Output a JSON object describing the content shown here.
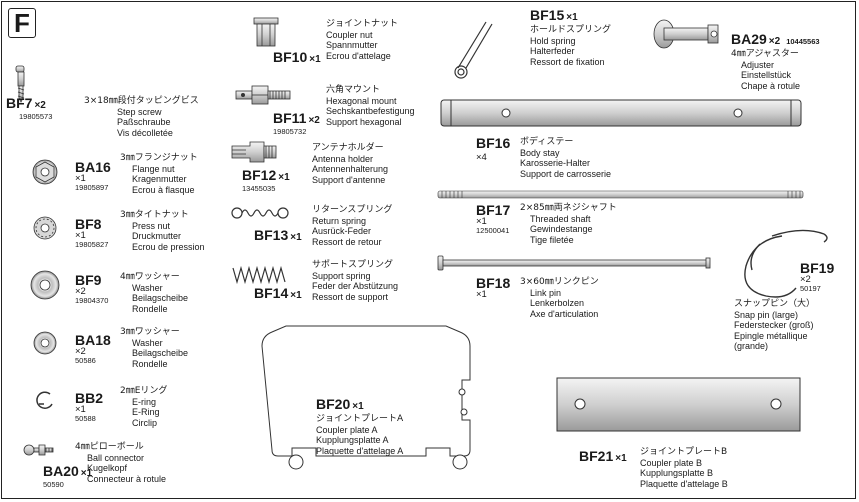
{
  "section": "F",
  "parts": [
    {
      "id": "bf7",
      "code": "BF7",
      "qty": "×2",
      "num": "19805573",
      "jp": "3×18㎜段付タッピングビス",
      "en": "Step screw",
      "de": "Paßschraube",
      "fr": "Vis décolletée"
    },
    {
      "id": "ba16",
      "code": "BA16",
      "qty": "×1",
      "num": "19805897",
      "jp": "3㎜フランジナット",
      "en": "Flange nut",
      "de": "Kragenmutter",
      "fr": "Ecrou à flasque"
    },
    {
      "id": "bf8",
      "code": "BF8",
      "qty": "×1",
      "num": "19805827",
      "jp": "3㎜タイトナット",
      "en": "Press nut",
      "de": "Druckmutter",
      "fr": "Ecrou de pression"
    },
    {
      "id": "bf9",
      "code": "BF9",
      "qty": "×2",
      "num": "19804370",
      "jp": "4㎜ワッシャー",
      "en": "Washer",
      "de": "Beilagscheibe",
      "fr": "Rondelle"
    },
    {
      "id": "ba18",
      "code": "BA18",
      "qty": "×2",
      "num": "50586",
      "jp": "3㎜ワッシャー",
      "en": "Washer",
      "de": "Beilagscheibe",
      "fr": "Rondelle"
    },
    {
      "id": "bb2",
      "code": "BB2",
      "qty": "×1",
      "num": "50588",
      "jp": "2㎜Eリング",
      "en": "E-ring",
      "de": "E-Ring",
      "fr": "Circlip"
    },
    {
      "id": "ba20",
      "code": "BA20",
      "qty": "×1",
      "num": "50590",
      "jp": "4㎜ピローボール",
      "en": "Ball connector",
      "de": "Kugelkopf",
      "fr": "Connecteur à rotule"
    },
    {
      "id": "bf10",
      "code": "BF10",
      "qty": "×1",
      "num": "",
      "jp": "ジョイントナット",
      "en": "Coupler nut",
      "de": "Spannmutter",
      "fr": "Ecrou d'attelage"
    },
    {
      "id": "bf11",
      "code": "BF11",
      "qty": "×2",
      "num": "19805732",
      "jp": "六角マウント",
      "en": "Hexagonal mount",
      "de": "Sechskantbefestigung",
      "fr": "Support hexagonal"
    },
    {
      "id": "bf12",
      "code": "BF12",
      "qty": "×1",
      "num": "13455035",
      "jp": "アンテナホルダー",
      "en": "Antenna holder",
      "de": "Antennenhalterung",
      "fr": "Support d'antenne"
    },
    {
      "id": "bf13",
      "code": "BF13",
      "qty": "×1",
      "num": "",
      "jp": "リターンスプリング",
      "en": "Return spring",
      "de": "Ausrück-Feder",
      "fr": "Ressort de retour"
    },
    {
      "id": "bf14",
      "code": "BF14",
      "qty": "×1",
      "num": "",
      "jp": "サポートスプリング",
      "en": "Support spring",
      "de": "Feder der Abstützung",
      "fr": "Ressort de support"
    },
    {
      "id": "bf20",
      "code": "BF20",
      "qty": "×1",
      "num": "",
      "jp": "ジョイントプレートA",
      "en": "Coupler plate A",
      "de": "Kupplungsplatte A",
      "fr": "Plaquette d'attelage A"
    },
    {
      "id": "bf15",
      "code": "BF15",
      "qty": "×1",
      "num": "",
      "jp": "ホールドスプリング",
      "en": "Hold spring",
      "de": "Halterfeder",
      "fr": "Ressort de fixation"
    },
    {
      "id": "bf16",
      "code": "BF16",
      "qty": "×4",
      "num": "",
      "jp": "ボディステー",
      "en": "Body stay",
      "de": "Karosserie-Halter",
      "fr": "Support de carrosserie"
    },
    {
      "id": "bf17",
      "code": "BF17",
      "qty": "×1",
      "num": "12500041",
      "jp": "2×85㎜両ネジシャフト",
      "en": "Threaded shaft",
      "de": "Gewindestange",
      "fr": "Tige filetée"
    },
    {
      "id": "bf18",
      "code": "BF18",
      "qty": "×1",
      "num": "",
      "jp": "3×60㎜リンクピン",
      "en": "Link pin",
      "de": "Lenkerbolzen",
      "fr": "Axe d'articulation"
    },
    {
      "id": "bf21",
      "code": "BF21",
      "qty": "×1",
      "num": "",
      "jp": "ジョイントプレートB",
      "en": "Coupler plate B",
      "de": "Kupplungsplatte B",
      "fr": "Plaquette d'attelage B"
    },
    {
      "id": "ba29",
      "code": "BA29",
      "qty": "×2",
      "num": "10445563",
      "jp": "4㎜アジャスター",
      "en": "Adjuster",
      "de": "Einstellstück",
      "fr": "Chape à rotule"
    },
    {
      "id": "bf19",
      "code": "BF19",
      "qty": "×2",
      "num": "50197",
      "jp": "スナップピン（大）",
      "en": "Snap pin (large)",
      "de": "Federstecker (groß)",
      "fr": "Epingle métallique",
      "fr2": "(grande)"
    }
  ]
}
